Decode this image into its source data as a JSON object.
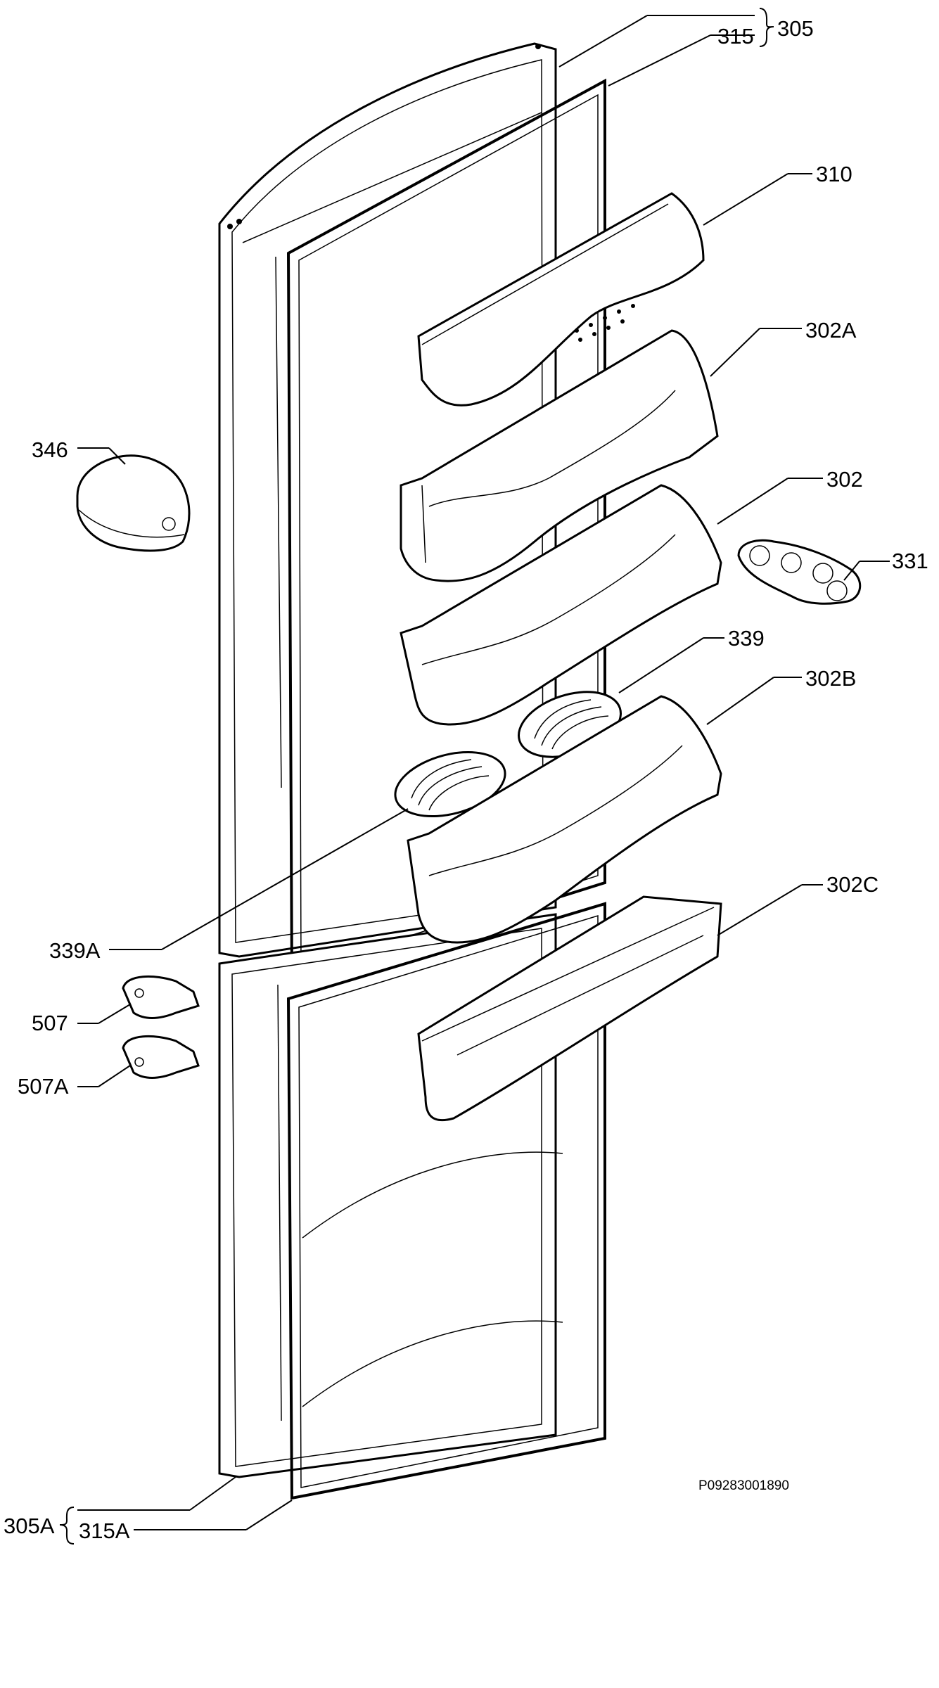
{
  "labels": {
    "l305": "305",
    "l315": "315",
    "l310": "310",
    "l302A": "302A",
    "l346": "346",
    "l302": "302",
    "l331": "331",
    "l339": "339",
    "l302B": "302B",
    "l302C": "302C",
    "l339A": "339A",
    "l507": "507",
    "l507A": "507A",
    "l305A": "305A",
    "l315A": "315A"
  },
  "drawing_code": "P09283001890"
}
